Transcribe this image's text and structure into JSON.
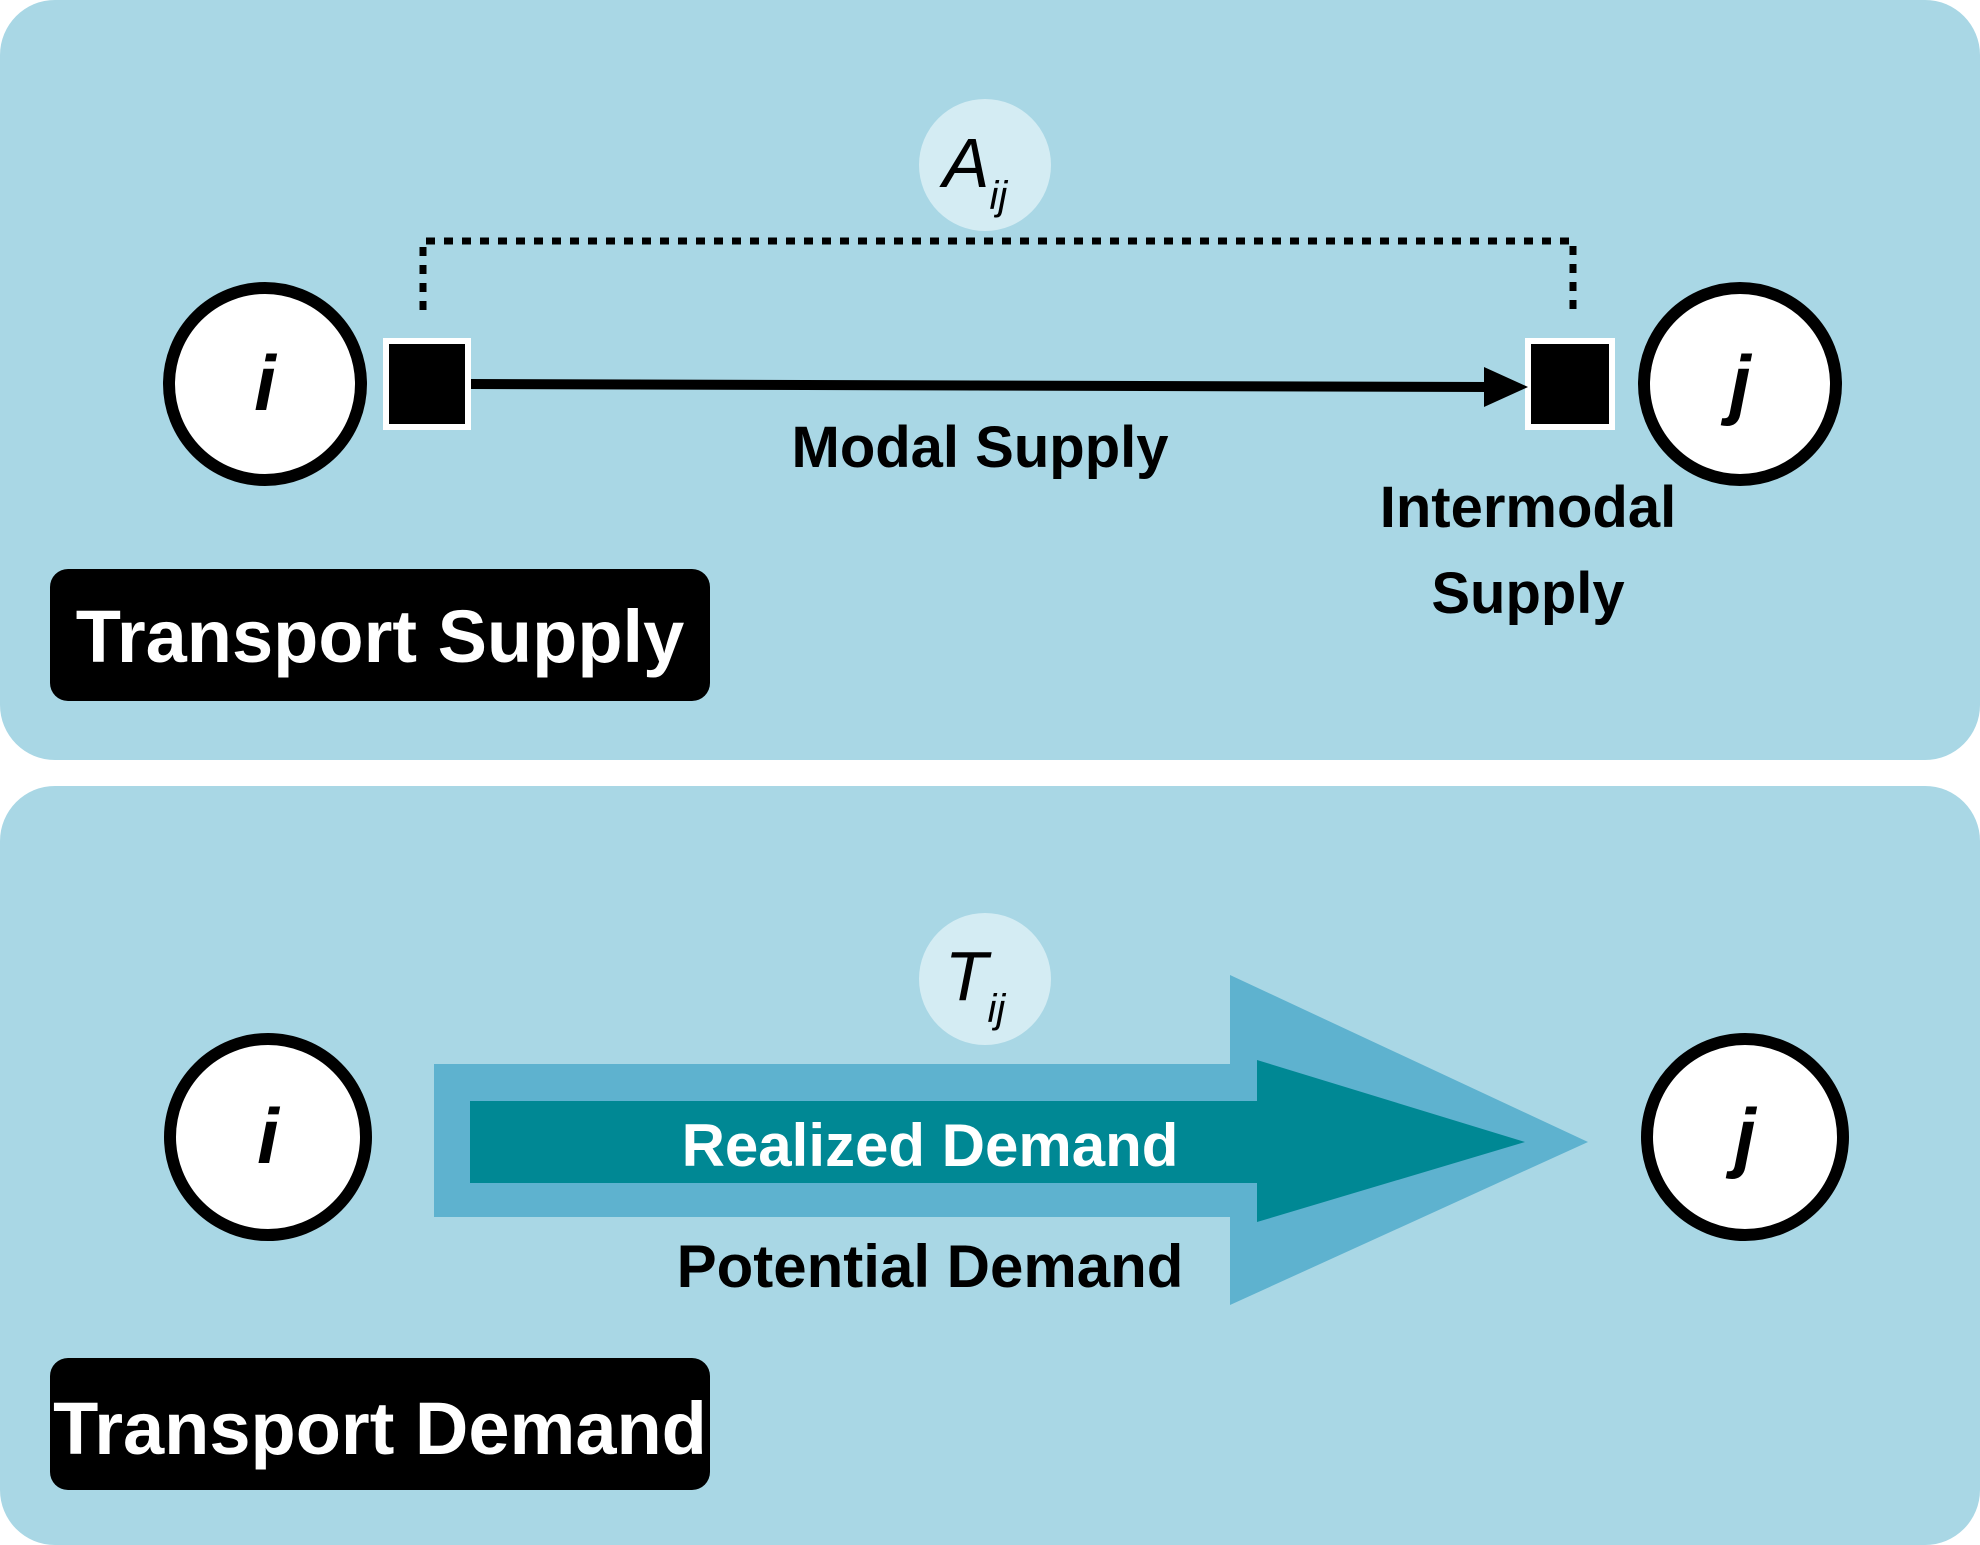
{
  "colors": {
    "panel_background": "#a9d7e5",
    "node_fill": "#ffffff",
    "node_stroke": "#000000",
    "label_badge": "#000000",
    "label_badge_text": "#ffffff",
    "variable_bubble": "#d4ecf3",
    "potential_arrow": "#5eb2cf",
    "realized_arrow": "#008894",
    "terminal_square": "#000000"
  },
  "supply_panel": {
    "title": "Transport Supply",
    "origin_node": "i",
    "destination_node": "j",
    "variable_base": "A",
    "variable_subscript": "ij",
    "modal_label": "Modal Supply",
    "intermodal_label_line1": "Intermodal",
    "intermodal_label_line2": "Supply"
  },
  "demand_panel": {
    "title": "Transport Demand",
    "origin_node": "i",
    "destination_node": "j",
    "variable_base": "T",
    "variable_subscript": "ij",
    "realized_label": "Realized Demand",
    "potential_label": "Potential Demand"
  }
}
